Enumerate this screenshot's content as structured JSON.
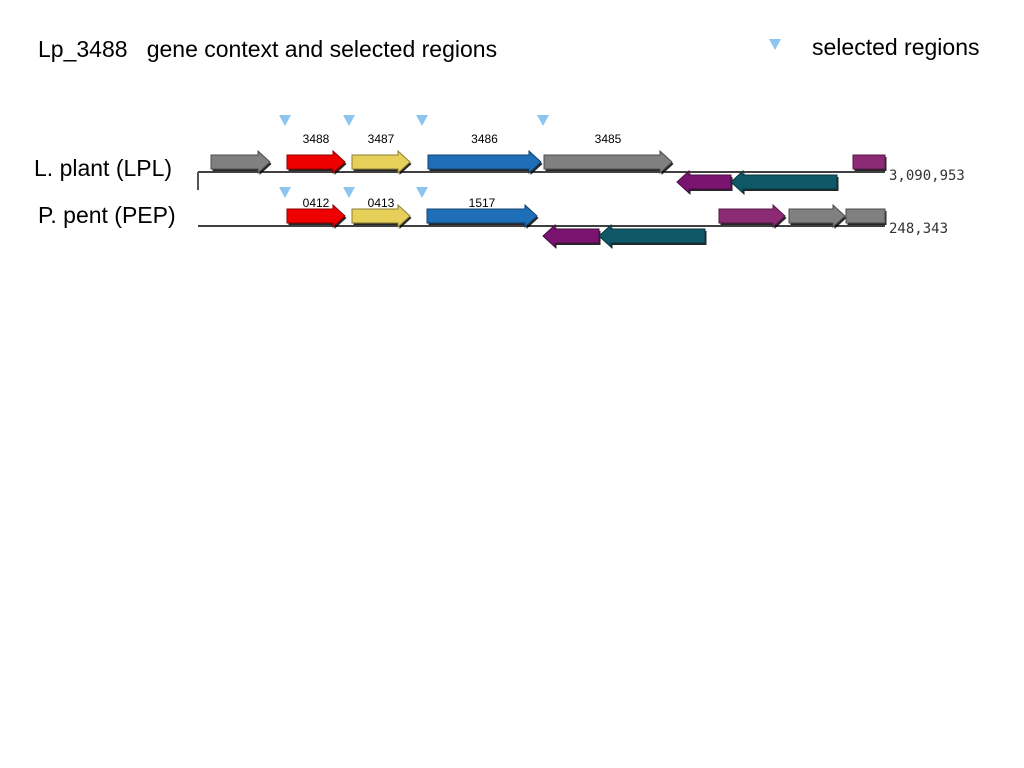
{
  "title": "Lp_3488   gene context and selected regions",
  "legend": {
    "label": "selected regions",
    "marker_color": "#8cc6f0"
  },
  "tracks": [
    {
      "id": "lpl",
      "label": "L. plant (LPL)",
      "coordinate": "3,090,953",
      "genes": [
        {
          "label": "",
          "color": "#808080",
          "strand": "+"
        },
        {
          "label": "3488",
          "color": "#ee0000",
          "strand": "+"
        },
        {
          "label": "3487",
          "color": "#e6d05a",
          "strand": "+"
        },
        {
          "label": "3486",
          "color": "#1f6fb8",
          "strand": "+"
        },
        {
          "label": "3485",
          "color": "#808080",
          "strand": "+"
        },
        {
          "label": "",
          "color": "#7a1470",
          "strand": "-"
        },
        {
          "label": "",
          "color": "#0f5868",
          "strand": "-"
        },
        {
          "label": "",
          "color": "#8c2a76",
          "strand": "+"
        }
      ],
      "selected_region_count": 4
    },
    {
      "id": "pep",
      "label": "P. pent (PEP)",
      "coordinate": "248,343",
      "genes": [
        {
          "label": "0412",
          "color": "#ee0000",
          "strand": "+"
        },
        {
          "label": "0413",
          "color": "#e6d05a",
          "strand": "+"
        },
        {
          "label": "1517",
          "color": "#1f6fb8",
          "strand": "+"
        },
        {
          "label": "",
          "color": "#7a1470",
          "strand": "-"
        },
        {
          "label": "",
          "color": "#0f5868",
          "strand": "-"
        },
        {
          "label": "",
          "color": "#8c2a76",
          "strand": "+"
        },
        {
          "label": "",
          "color": "#808080",
          "strand": "+"
        },
        {
          "label": "",
          "color": "#808080",
          "strand": "+"
        }
      ],
      "selected_region_count": 3
    }
  ]
}
